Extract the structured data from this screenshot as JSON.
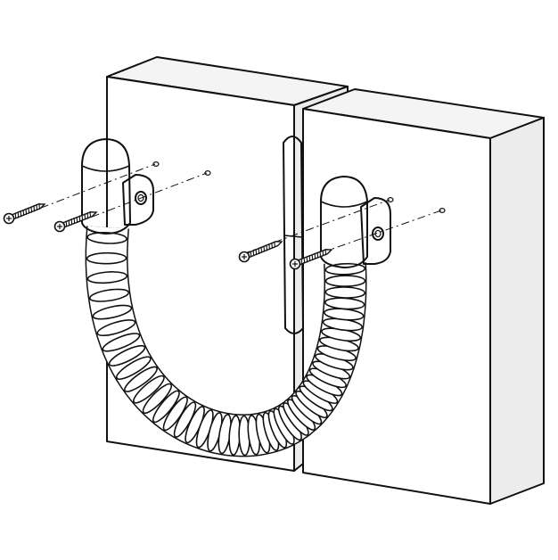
{
  "figure": {
    "subject": "door-loop-installation",
    "colors": {
      "line": "#111111",
      "face": "#ffffff",
      "side": "#ebebeb",
      "hose": "#ffffff"
    },
    "hose_ribs": 46,
    "screw_count": 4
  }
}
